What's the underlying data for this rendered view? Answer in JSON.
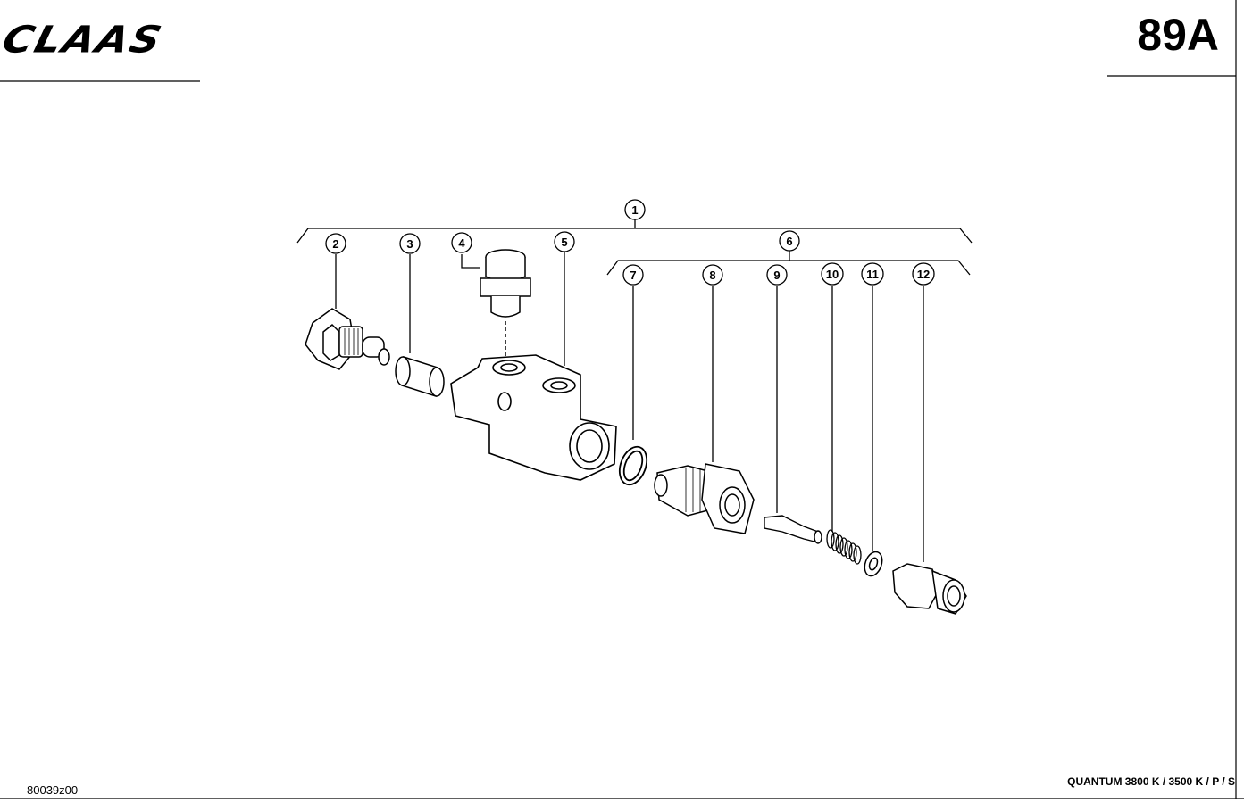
{
  "header": {
    "logo_text": "CLAAS",
    "page_number": "89A"
  },
  "footer": {
    "drawing_code": "80039z00",
    "model_text": "QUANTUM 3800 K / 3500 K / P / S"
  },
  "callouts": [
    "1",
    "2",
    "3",
    "4",
    "5",
    "6",
    "7",
    "8",
    "9",
    "10",
    "11",
    "12"
  ]
}
